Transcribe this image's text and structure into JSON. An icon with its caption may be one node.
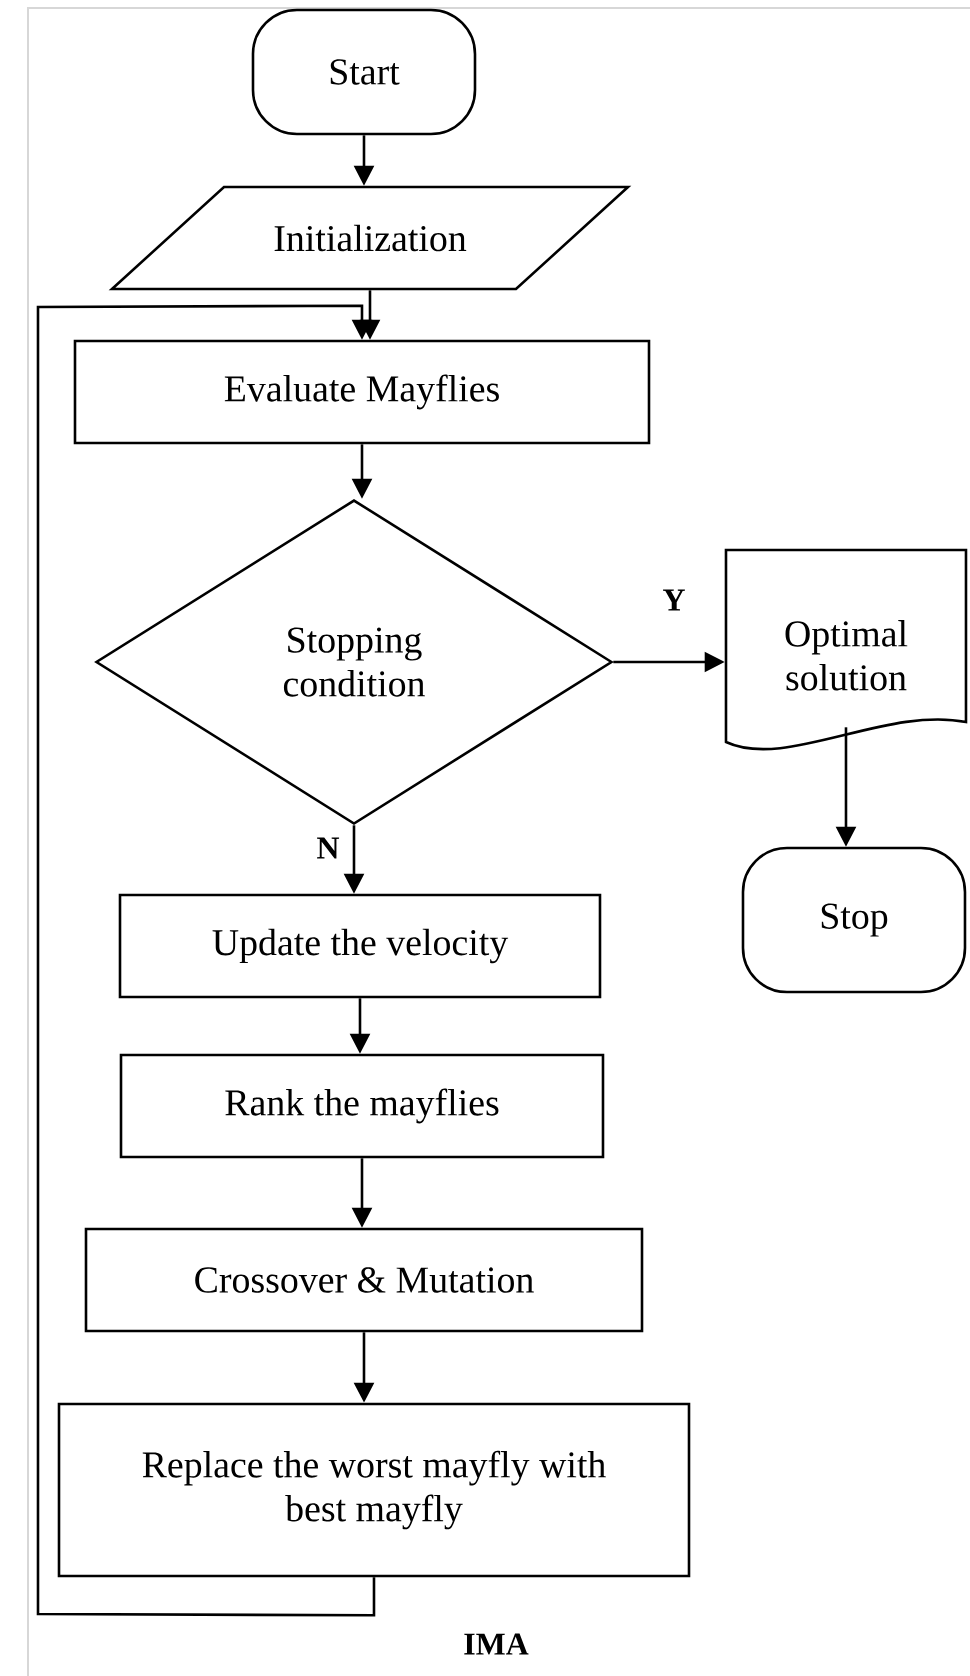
{
  "diagram": {
    "caption": "IMA",
    "nodes": [
      {
        "text": [
          "Start"
        ]
      },
      {
        "text": [
          "Initialization"
        ]
      },
      {
        "text": [
          "Evaluate Mayflies"
        ]
      },
      {
        "text": [
          "Stopping condition"
        ]
      },
      {
        "text": [
          "Optimal solution"
        ]
      },
      {
        "text": [
          "Stop"
        ]
      },
      {
        "text": [
          "Update the velocity"
        ]
      },
      {
        "text": [
          "Rank the mayflies"
        ]
      },
      {
        "text": [
          "Crossover & Mutation"
        ]
      },
      {
        "text": [
          "Replace the worst mayfly with best mayfly"
        ]
      }
    ],
    "edges": [
      {
        "from": 0,
        "to": 1,
        "arrow": "to"
      },
      {
        "from": 1,
        "to": 2,
        "arrow": "to"
      },
      {
        "from": 2,
        "to": 3,
        "arrow": "to"
      },
      {
        "from": 3,
        "to": 4,
        "arrow": "to",
        "label": "Y"
      },
      {
        "from": 3,
        "to": 6,
        "arrow": "to",
        "label": "N"
      },
      {
        "from": 4,
        "to": 5,
        "arrow": "to"
      },
      {
        "from": 6,
        "to": 7,
        "arrow": "to"
      },
      {
        "from": 7,
        "to": 8,
        "arrow": "to"
      },
      {
        "from": 8,
        "to": 9,
        "arrow": "to"
      },
      {
        "from": 9,
        "to": 2,
        "arrow": "to"
      }
    ]
  }
}
